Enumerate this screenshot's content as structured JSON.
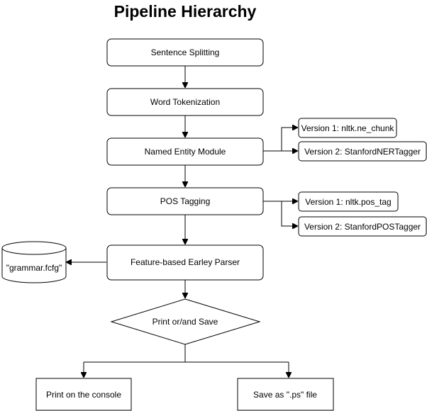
{
  "title": "Pipeline Hierarchy",
  "nodes": {
    "sentence_splitting": "Sentence Splitting",
    "word_tokenization": "Word Tokenization",
    "named_entity_module": "Named Entity Module",
    "pos_tagging": "POS Tagging",
    "earley_parser": "Feature-based Earley Parser",
    "print_or_save": "Print or/and Save",
    "print_console": "Print on the console",
    "save_ps": "Save as \".ps\" file",
    "grammar_file": "\"grammar.fcfg\"",
    "ner_v1": "Version 1: nltk.ne_chunk",
    "ner_v2": "Version 2: StanfordNERTagger",
    "pos_v1": "Version 1: nltk.pos_tag",
    "pos_v2": "Version 2: StanfordPOSTagger"
  }
}
